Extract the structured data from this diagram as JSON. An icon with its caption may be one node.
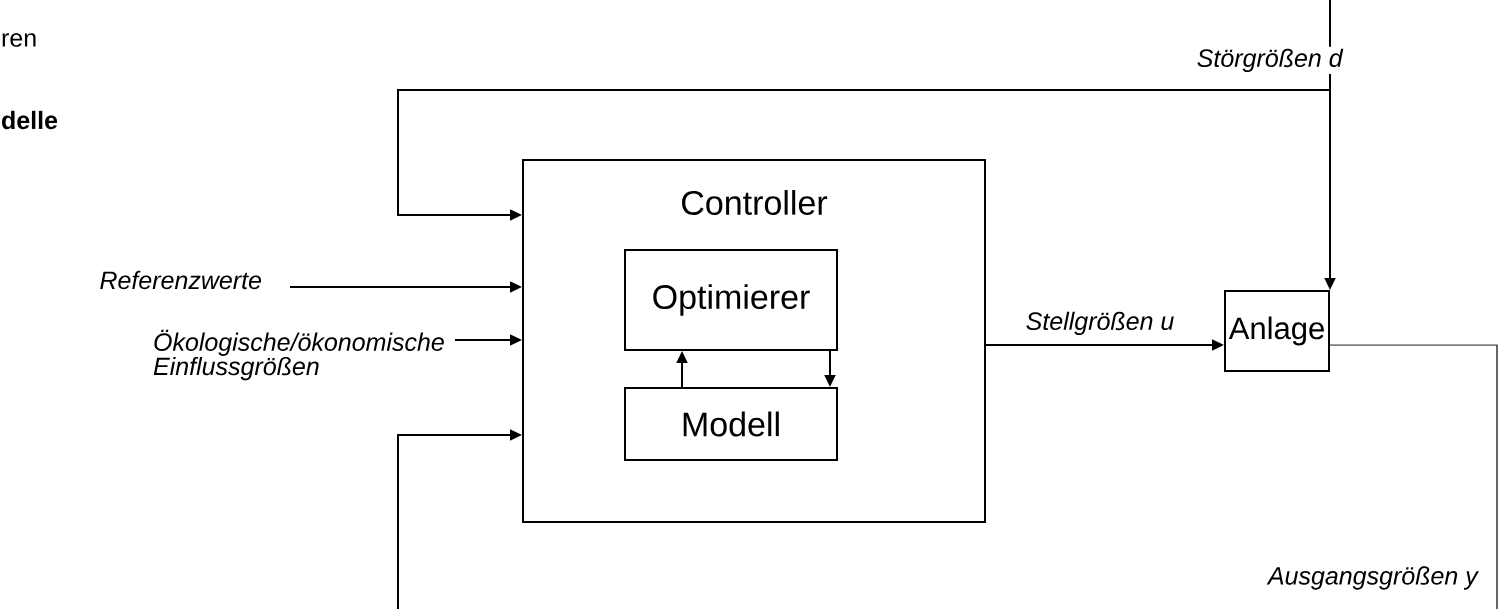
{
  "diagram": {
    "nodes": [
      {
        "text": [
          "Controller"
        ]
      },
      {
        "text": [
          "Optimierer"
        ],
        "in": 0
      },
      {
        "text": [
          "Modell"
        ],
        "in": 0
      },
      {
        "text": [
          "Anlage"
        ]
      }
    ],
    "edges": [
      {
        "from": null,
        "to": 0,
        "arrow": "to",
        "label": "*Störgrößen d*"
      },
      {
        "from": null,
        "to": 3,
        "arrow": "to"
      },
      {
        "from": null,
        "to": 0,
        "arrow": "to",
        "label": "*Referenzwerte*"
      },
      {
        "from": null,
        "to": 0,
        "arrow": "to",
        "label": "*Ökologische/ökonomische Einflussgrößen*"
      },
      {
        "from": null,
        "to": 0,
        "arrow": "to"
      },
      {
        "from": 3,
        "to": null,
        "arrow": "none",
        "label": "*Ausgangsgrößen y*"
      },
      {
        "from": 0,
        "to": 3,
        "arrow": "to",
        "label": "*Stellgrößen u*"
      },
      {
        "from": 1,
        "to": 2,
        "arrow": "to"
      },
      {
        "from": 2,
        "to": 1,
        "arrow": "to"
      }
    ],
    "labels": [
      "ren",
      "**delle**"
    ]
  }
}
